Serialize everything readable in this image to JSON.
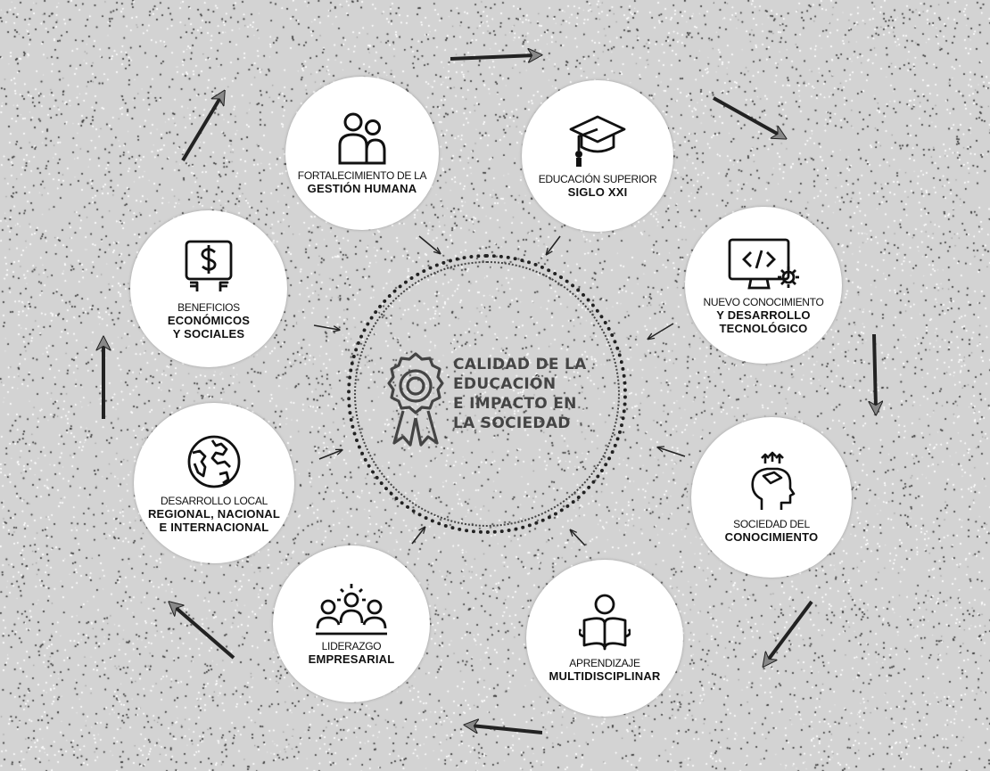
{
  "center": {
    "lines": [
      "CALIDAD DE LA",
      "EDUCACIÓN",
      "E IMPACTO EN",
      "LA SOCIEDAD"
    ]
  },
  "nodes": {
    "gestion": {
      "line1": "FORTALECIMIENTO DE LA",
      "line2": [
        "GESTIÓN HUMANA"
      ]
    },
    "educacion": {
      "line1": "EDUCACIÓN SUPERIOR",
      "line2": [
        "SIGLO XXI"
      ]
    },
    "nuevo": {
      "line1": "NUEVO CONOCIMIENTO",
      "line2": [
        "Y DESARROLLO",
        "TECNOLÓGICO"
      ]
    },
    "sociedad": {
      "line1": "SOCIEDAD DEL",
      "line2": [
        "CONOCIMIENTO"
      ]
    },
    "aprendizaje": {
      "line1": "APRENDIZAJE",
      "line2": [
        "MULTIDISCIPLINAR"
      ]
    },
    "liderazgo": {
      "line1": "LIDERAZGO",
      "line2": [
        "EMPRESARIAL"
      ]
    },
    "desarrollo": {
      "line1": "DESARROLLO LOCAL",
      "line2": [
        "REGIONAL, NACIONAL",
        "E INTERNACIONAL"
      ]
    },
    "beneficios": {
      "line1": "BENEFICIOS",
      "line2": [
        "ECONÓMICOS",
        "Y SOCIALES"
      ]
    }
  },
  "icons": {
    "gestion": "people-icon",
    "educacion": "graduation-cap-icon",
    "nuevo": "code-monitor-icon",
    "sociedad": "head-ideas-icon",
    "aprendizaje": "reader-book-icon",
    "liderazgo": "team-leader-icon",
    "desarrollo": "globe-icon",
    "beneficios": "money-sign-icon",
    "center": "award-ribbon-icon"
  },
  "colors": {
    "background": "#d3d3d3",
    "circle": "#ffffff",
    "ink": "#111111",
    "center_text": "#444444"
  }
}
